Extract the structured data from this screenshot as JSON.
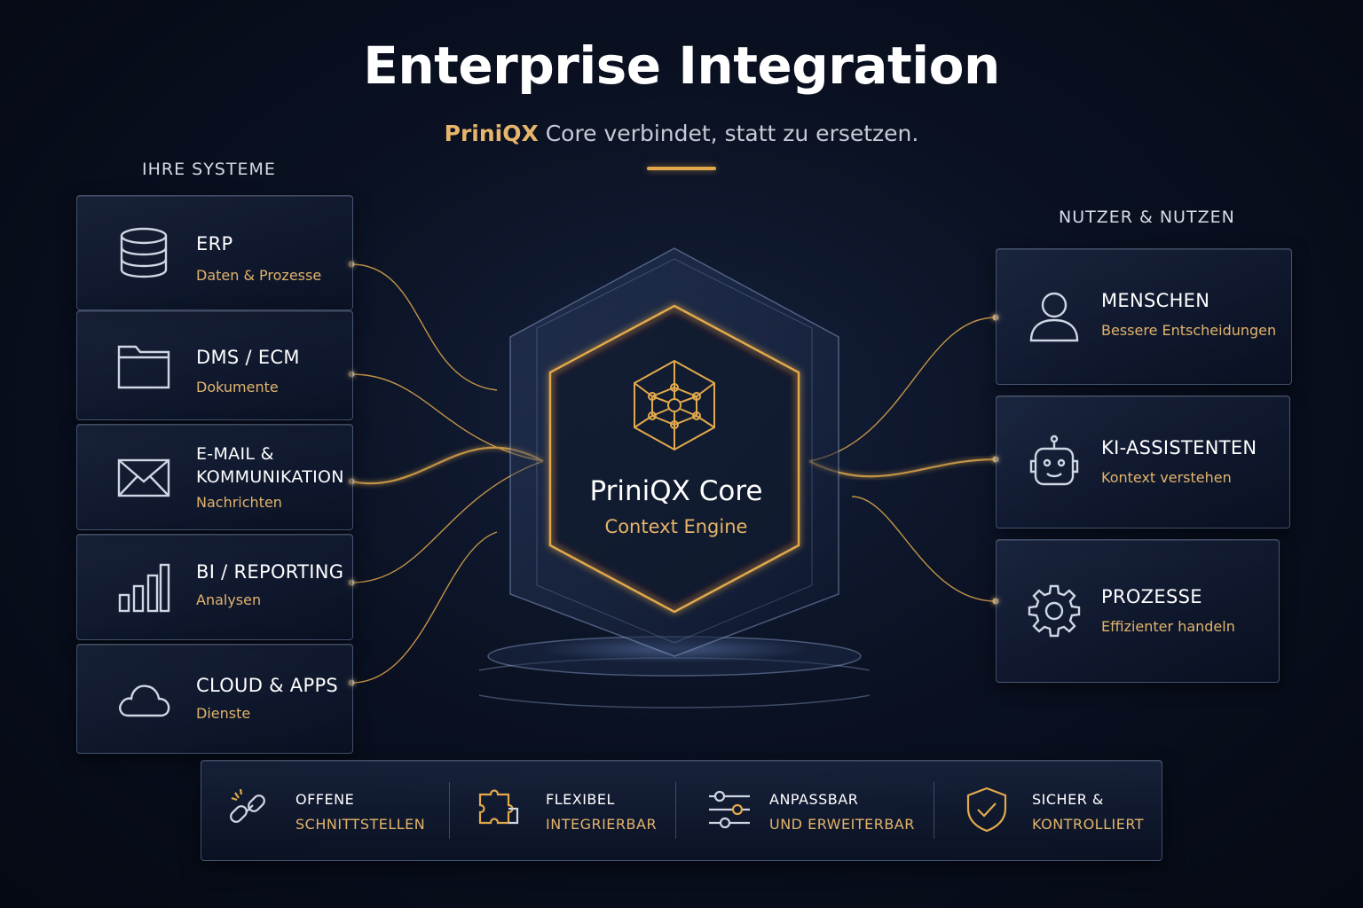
{
  "title": "Enterprise Integration",
  "subtitle": {
    "brand": "PriniQX",
    "rest": "Core verbindet, statt zu ersetzen."
  },
  "left_label": "IHRE SYSTEME",
  "right_label": "NUTZER & NUTZEN",
  "core": {
    "title": "PriniQX Core",
    "subtitle": "Context Engine"
  },
  "systems": [
    {
      "title": "ERP",
      "sub": "Daten & Prozesse",
      "icon": "database-icon"
    },
    {
      "title": "DMS / ECM",
      "sub": "Dokumente",
      "icon": "folder-icon"
    },
    {
      "title_line1": "E-MAIL &",
      "title_line2": "KOMMUNIKATION",
      "sub": "Nachrichten",
      "icon": "envelope-icon"
    },
    {
      "title": "BI / REPORTING",
      "sub": "Analysen",
      "icon": "bar-chart-icon"
    },
    {
      "title": "CLOUD & APPS",
      "sub": "Dienste",
      "icon": "cloud-icon"
    }
  ],
  "outcomes": [
    {
      "title": "MENSCHEN",
      "sub": "Bessere Entscheidungen",
      "icon": "user-icon"
    },
    {
      "title": "KI-ASSISTENTEN",
      "sub": "Kontext verstehen",
      "icon": "robot-icon"
    },
    {
      "title": "PROZESSE",
      "sub": "Effizienter handeln",
      "icon": "gear-icon"
    }
  ],
  "features": [
    {
      "line1": "OFFENE",
      "line2": "SCHNITTSTELLEN",
      "icon": "link-icon"
    },
    {
      "line1": "FLEXIBEL",
      "line2": "INTEGRIERBAR",
      "icon": "puzzle-icon"
    },
    {
      "line1": "ANPASSBAR",
      "line2": "UND ERWEITERBAR",
      "icon": "sliders-icon"
    },
    {
      "line1": "SICHER &",
      "line2": "KONTROLLIERT",
      "icon": "shield-check-icon"
    }
  ],
  "colors": {
    "accent_gold": "#e2a94c",
    "background": "#0a1122",
    "text_white": "#ffffff"
  }
}
